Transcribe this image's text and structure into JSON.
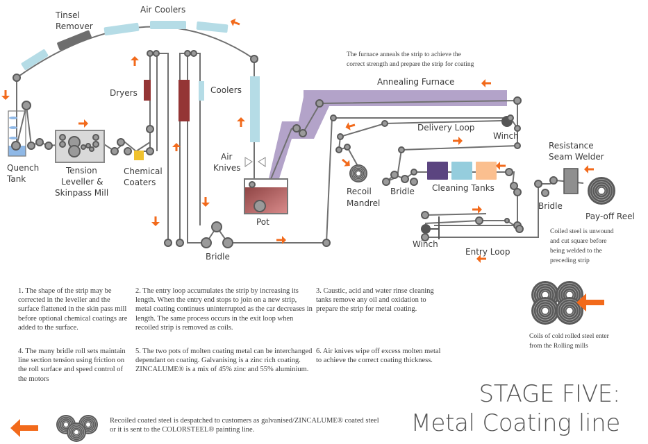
{
  "colors": {
    "strip": "#707070",
    "roller_fill": "#9a9a9a",
    "roller_stroke": "#5a5a5a",
    "arrow": "#f26a1b",
    "cooler": "#b5dce6",
    "dryer": "#943535",
    "furnace": "#b3a3c9",
    "chemical": "#f0c22e",
    "pot_fill": "#b45a5a",
    "tank1": "#5b4480",
    "tank2": "#95cddd",
    "tank3": "#fbbf8f",
    "welder": "#8f8f8f",
    "quench_water": "#8fb8e6"
  },
  "labels": {
    "tinsel_remover": [
      "Tinsel",
      "Remover"
    ],
    "air_coolers": "Air Coolers",
    "dryers": "Dryers",
    "coolers": "Coolers",
    "quench_tank": [
      "Quench",
      "Tank"
    ],
    "tension_leveller": [
      "Tension",
      "Leveller &",
      "Skinpass Mill"
    ],
    "chemical_coaters": [
      "Chemical",
      "Coaters"
    ],
    "air_knives": [
      "Air",
      "Knives"
    ],
    "pot": "Pot",
    "bridle_bottom": "Bridle",
    "annealing_furnace": "Annealing Furnace",
    "furnace_note": [
      "The furnace anneals the strip to achieve the",
      "correct strength and prepare the strip for coating"
    ],
    "delivery_loop": "Delivery Loop",
    "winch_top": "Winch",
    "recoil_mandrel": [
      "Recoil",
      "Mandrel"
    ],
    "bridle_mid": "Bridle",
    "cleaning_tanks": "Cleaning Tanks",
    "resistance_welder": [
      "Resistance",
      "Seam Welder"
    ],
    "bridle_right": "Bridle",
    "payoff_reel": "Pay-off Reel",
    "coiled_note": [
      "Coiled steel is unwound",
      "and cut square before",
      "being welded to the",
      "preceding strip"
    ],
    "winch_bottom": "Winch",
    "entry_loop": "Entry Loop",
    "coils_enter": [
      "Coils of cold rolled steel enter",
      "from the Rolling mills"
    ]
  },
  "notes": {
    "n1": "1. The shape of the strip may be corrected in the leveller and the surface flattened in the skin pass mill before optional chemical coatings are added to the surface.",
    "n2": "2. The entry loop accumulates the strip by increasing its length. When the entry end stops to join on a new strip, metal coating continues uninterrupted as the car decreases in length. The same process occurs in the exit loop when recoiled strip is removed as coils.",
    "n3": "3. Caustic, acid and water rinse cleaning tanks remove any oil and oxidation to prepare the strip for metal coating.",
    "n4": "4. The many bridle roll sets maintain line section tension using friction on the roll surface and speed control of the motors",
    "n5": "5. The two pots of molten coating metal can be interchanged dependant on coating. Galvanising is a zinc rich coating. ZINCALUME® is a mix of 45% zinc and 55% aluminium.",
    "n6": "6. Air knives wipe off excess molten metal to achieve the correct coating thickness.",
    "despatch": "Recoiled coated steel is despatched to customers as galvanised/ZINCALUME® coated steel or it is sent to the  COLORSTEEL® painting line."
  },
  "title": {
    "line1": "STAGE FIVE:",
    "line2": "Metal Coating line"
  }
}
